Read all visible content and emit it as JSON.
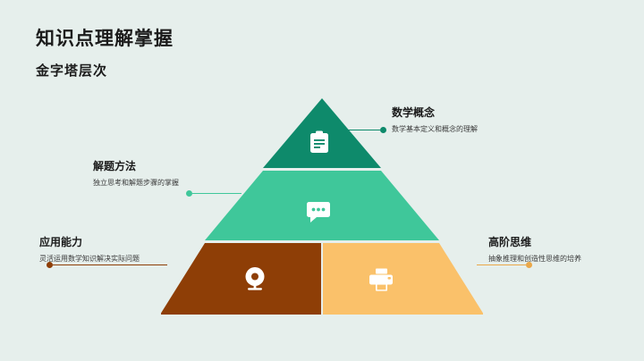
{
  "slide": {
    "title": "知识点理解掌握",
    "subtitle": "金字塔层次",
    "background_color": "#e6efec"
  },
  "pyramid": {
    "tiers": [
      {
        "id": "concept",
        "position": "top",
        "color": "#0e8a6b",
        "icon": "clipboard-icon",
        "label": "数学概念",
        "description": "数学基本定义和概念的理解"
      },
      {
        "id": "method",
        "position": "middle",
        "color": "#3fc79a",
        "icon": "comment-bubble-icon",
        "label": "解题方法",
        "description": "独立思考和解题步骤的掌握"
      },
      {
        "id": "apply",
        "position": "bottom-left",
        "color": "#8e3e06",
        "icon": "webcam-icon",
        "label": "应用能力",
        "description": "灵活运用数学知识解决实际问题"
      },
      {
        "id": "think",
        "position": "bottom-right",
        "color": "#fac16a",
        "icon": "printer-icon",
        "label": "高阶思维",
        "description": "抽象推理和创造性思维的培养"
      }
    ]
  }
}
